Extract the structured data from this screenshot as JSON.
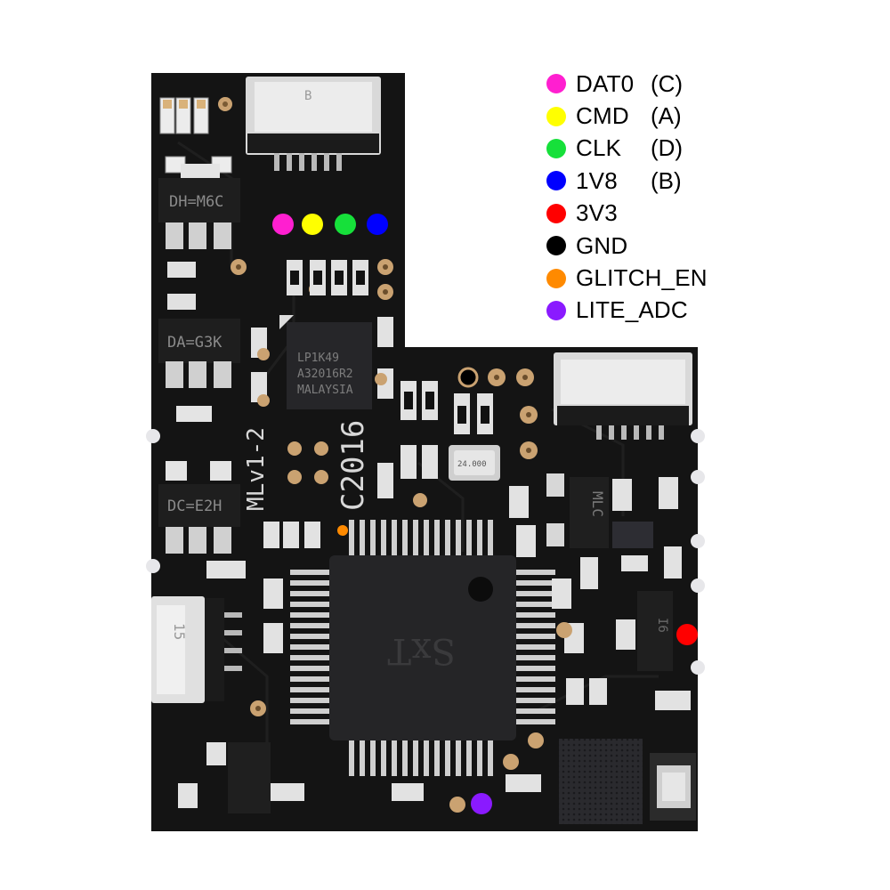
{
  "legend": {
    "items": [
      {
        "name": "DAT0",
        "alias": "(C)",
        "color": "#ff1fd0"
      },
      {
        "name": "CMD",
        "alias": "(A)",
        "color": "#ffff00"
      },
      {
        "name": "CLK",
        "alias": "(D)",
        "color": "#16e03a"
      },
      {
        "name": "1V8",
        "alias": "(B)",
        "color": "#0000ff"
      },
      {
        "name": "3V3",
        "alias": "",
        "color": "#ff0000"
      },
      {
        "name": "GND",
        "alias": "",
        "color": "#000000"
      },
      {
        "name": "GLITCH_EN",
        "alias": "",
        "color": "#ff8a00"
      },
      {
        "name": "LITE_ADC",
        "alias": "",
        "color": "#8a1aff"
      }
    ]
  },
  "board": {
    "silkscreen": {
      "version": "MLv1-2",
      "year": "C2016",
      "mcu_marking": "SxT",
      "regulator_1": "DH=M6C",
      "regulator_2": "DA=G3K",
      "regulator_3": "DC=E2H",
      "flash_line1": "LP1K49",
      "flash_line2": "A32016R2",
      "flash_line3": "MALAYSIA",
      "crystal": "24.000",
      "connector_top": "B",
      "connector_left": "15",
      "side_ic": "MLC",
      "side_ic_2": "I6"
    },
    "colors": {
      "pcb": "#141414",
      "pad": "#caa271",
      "metal": "#d8d8d8"
    }
  }
}
